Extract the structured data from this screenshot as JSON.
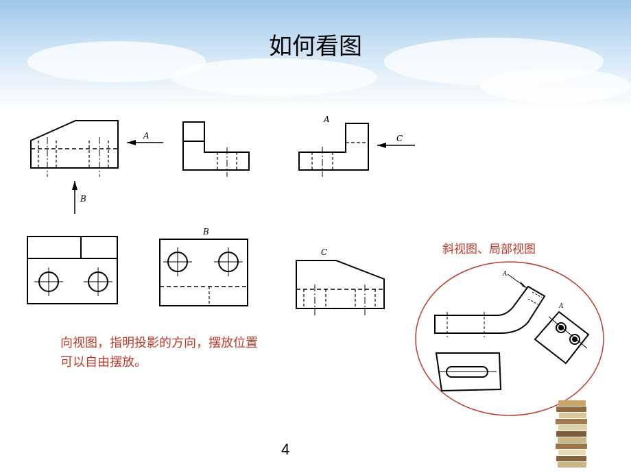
{
  "slide": {
    "title": "如何看图",
    "page_number": "4"
  },
  "notes": {
    "oblique_local": "斜视图、局部视图",
    "direction_view_line1": "向视图，指明投影的方向，摆放位置",
    "direction_view_line2": "可以自由摆放。"
  },
  "view_labels": {
    "a": "A",
    "b": "B",
    "c": "C"
  },
  "colors": {
    "note_text": "#c0392b",
    "ellipse_stroke": "#c0392b",
    "sky_top": "#9cc6ea"
  }
}
